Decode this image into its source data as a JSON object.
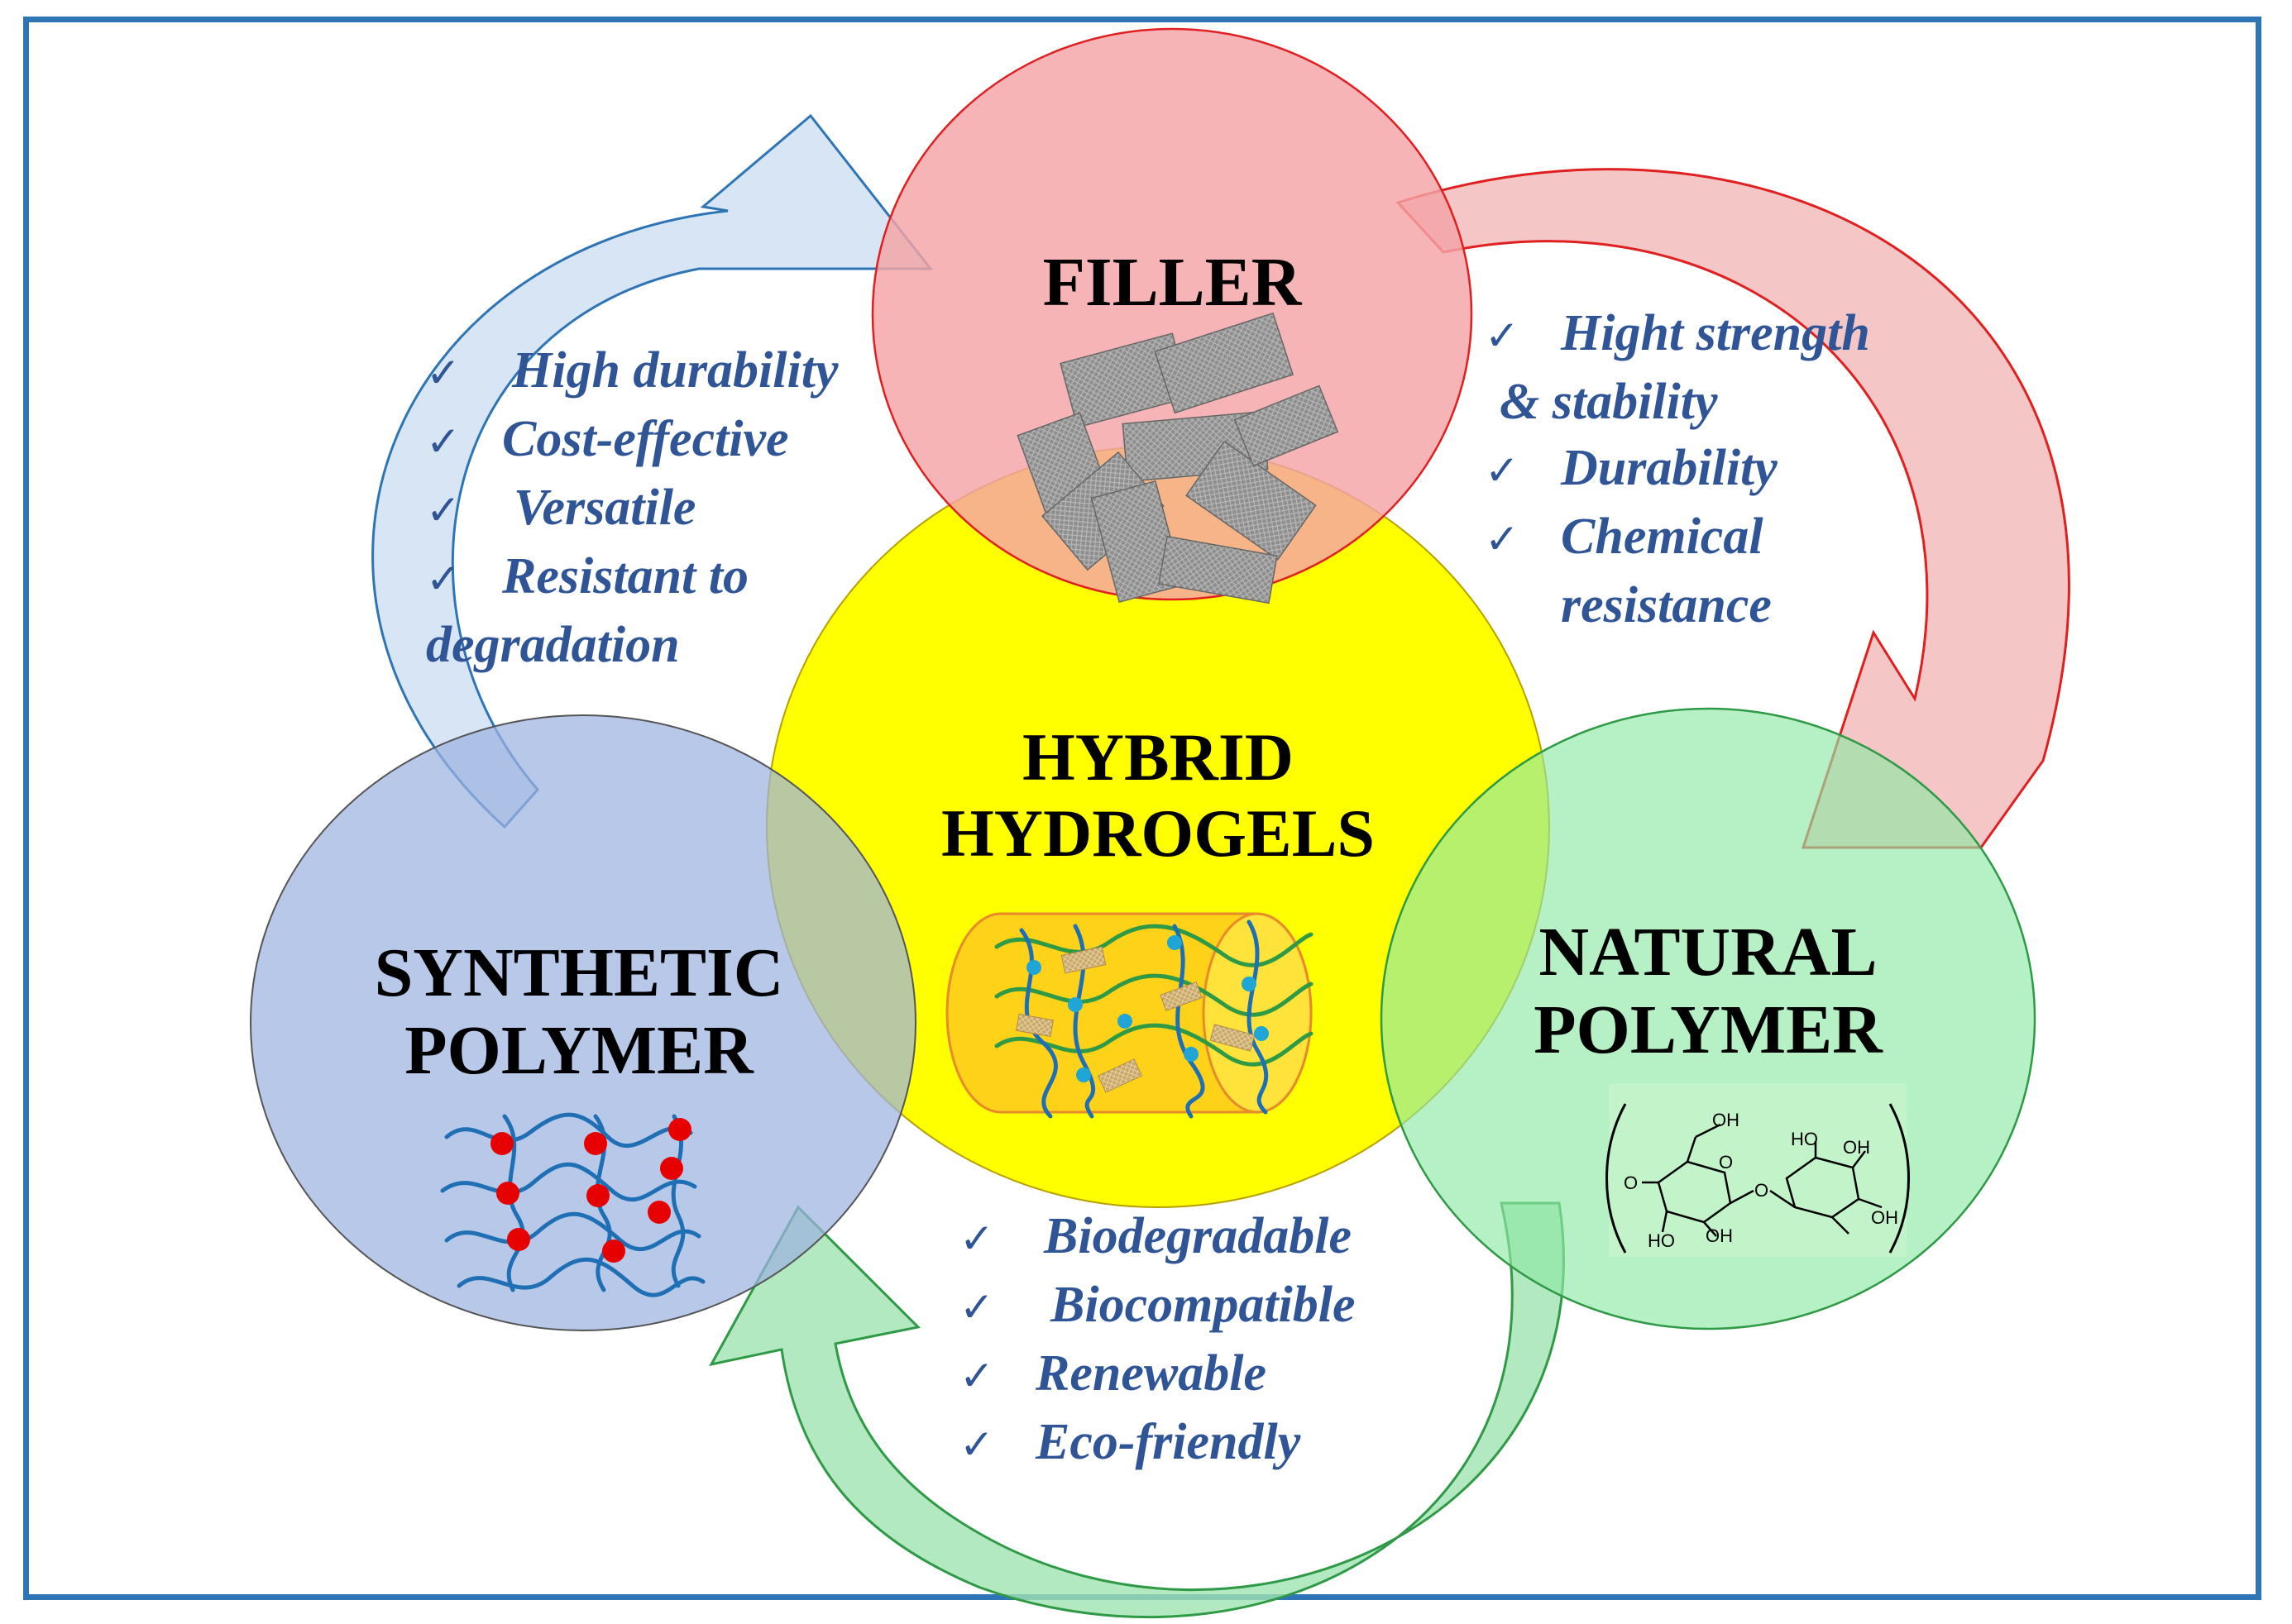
{
  "center": {
    "title_line1": "HYBRID",
    "title_line2": "HYDROGELS"
  },
  "filler": {
    "title": "FILLER",
    "benefits": [
      "Hight strength",
      "& stability",
      "Durability",
      "Chemical",
      "resistance"
    ]
  },
  "synthetic": {
    "title_line1": "SYNTHETIC",
    "title_line2": "POLYMER",
    "benefits": [
      "High durability",
      "Cost-effective",
      "Versatile",
      "Resistant to",
      "degradation"
    ]
  },
  "natural": {
    "title_line1": "NATURAL",
    "title_line2": "POLYMER",
    "benefits": [
      "Biodegradable",
      "Biocompatible",
      "Renewable",
      "Eco-friendly"
    ]
  },
  "check_symbol": "✓",
  "structure_labels": {
    "oh1": "OH",
    "oh2": "OH",
    "ho1": "HO",
    "ho2": "HO",
    "oh3": "OH",
    "oh4": "OH",
    "o1": "O",
    "o2": "O",
    "o3": "O"
  },
  "colors": {
    "frame": "#2e75b6",
    "filler_circle": "#f4a4a6",
    "center_circle": "#ffff00",
    "synthetic_circle": "#9db3e0",
    "natural_circle": "#8fe8a6",
    "benefit_text": "#2f5597",
    "arrow_blue": "#c9dcf0",
    "arrow_red": "#f2b8b8",
    "arrow_green": "#9fe3b0"
  },
  "icons": [
    "graphene-sheets-icon",
    "hydrogel-network-icon",
    "polymer-chains-icon",
    "cellobiose-structure-icon",
    "check-icon"
  ]
}
